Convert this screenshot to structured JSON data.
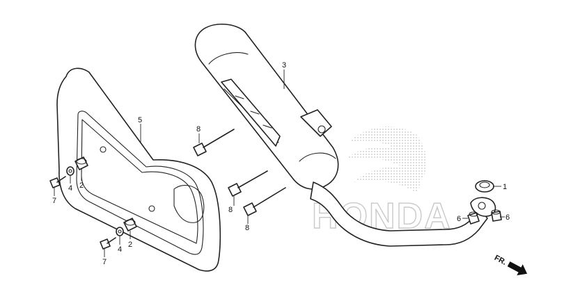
{
  "watermark": {
    "brand": "HONDA",
    "logo": "honda-wing-logo"
  },
  "direction_label": "FR.",
  "callouts": {
    "muffler": "3",
    "heat_guard": "5",
    "exhaust_gasket": "1",
    "nut_6_left": "6",
    "nut_6_right": "6",
    "bolt_8_upper": "8",
    "bolt_8_mid": "8",
    "bolt_8_lower": "8",
    "collar_2_upper": "2",
    "collar_2_lower": "2",
    "washer_4_upper": "4",
    "washer_4_lower": "4",
    "screw_7_upper": "7",
    "screw_7_lower": "7"
  },
  "colors": {
    "line": "#222222",
    "watermark": "#c9c9c9",
    "background": "#ffffff"
  }
}
